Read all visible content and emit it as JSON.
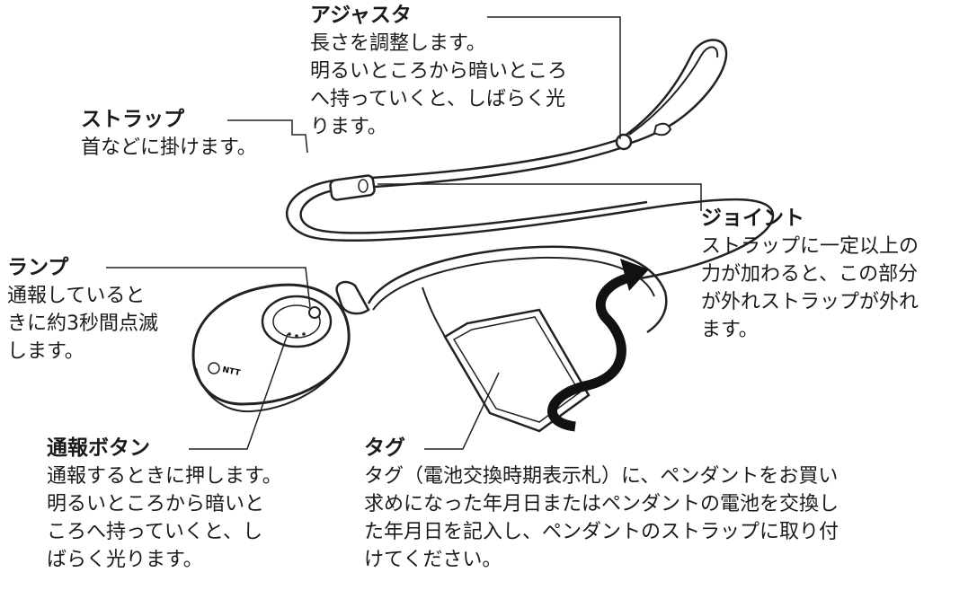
{
  "labels": {
    "adjuster": {
      "title": "アジャスタ",
      "desc": "長さを調整します。\n明るいところから暗いところ\nへ持っていくと、しばらく光\nります。"
    },
    "strap": {
      "title": "ストラップ",
      "desc": "首などに掛けます。"
    },
    "joint": {
      "title": "ジョイント",
      "desc": "ストラップに一定以上の\n力が加わると、この部分\nが外れストラップが外れ\nます。"
    },
    "lamp": {
      "title": "ランプ",
      "desc": "通報していると\nきに約3秒間点滅\nします。"
    },
    "call_button": {
      "title": "通報ボタン",
      "desc": "通報するときに押します。\n明るいところから暗いと\nころへ持っていくと、し\nばらく光ります。"
    },
    "tag": {
      "title": "タグ",
      "desc": "タグ（電池交換時期表示札）に、ペンダントをお買い\n求めになった年月日またはペンダントの電池を交換し\nた年月日を記入し、ペンダントのストラップに取り付\nけてください。"
    }
  },
  "device_logo": "NTT"
}
